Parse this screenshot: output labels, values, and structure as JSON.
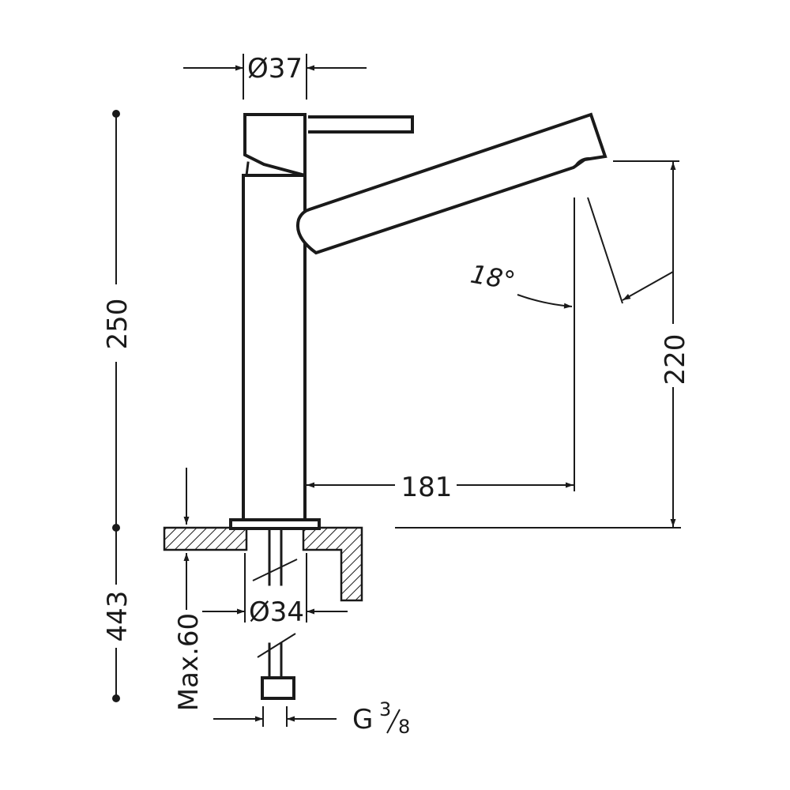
{
  "dimensions": {
    "handle_diameter": "Ø37",
    "base_diameter": "Ø34",
    "total_height": "250",
    "spout_height": "220",
    "spout_reach": "181",
    "swivel_angle": "18°",
    "hose_length": "443",
    "max_counter_thickness": "Max.60",
    "connection_thread_base": "G",
    "connection_thread_num": "3",
    "connection_thread_den": "8"
  },
  "colors": {
    "line": "#1a1a1a",
    "background": "#ffffff"
  }
}
